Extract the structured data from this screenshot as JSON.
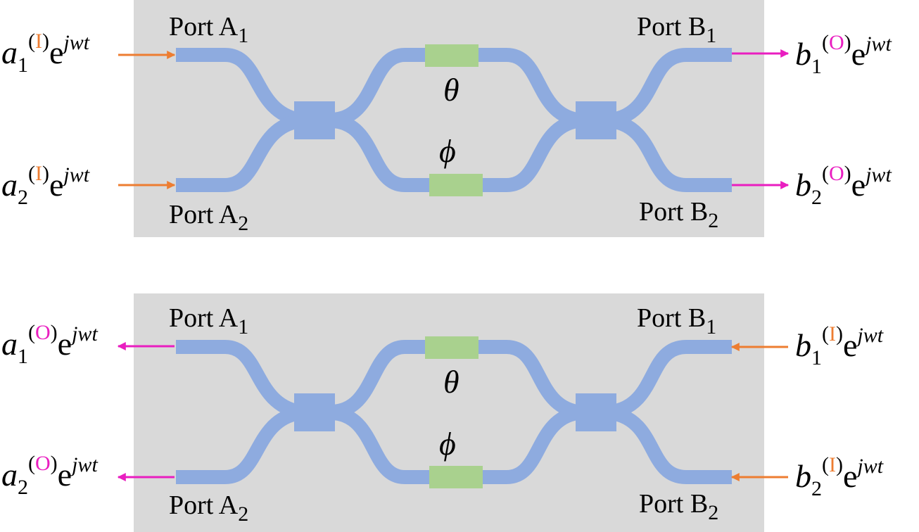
{
  "colors": {
    "panel": "#d9d9d9",
    "waveguide": "#8eabdf",
    "phase_shifter": "#a9d18e",
    "input_arrow": "#ed7d31",
    "output_arrow": "#e91ec0",
    "text": "#000000"
  },
  "panels": [
    {
      "mode": "forward",
      "ports": {
        "a1": "Port A",
        "a2": "Port A",
        "b1": "Port B",
        "b2": "Port B",
        "sub1": "1",
        "sub2": "2"
      },
      "phase": {
        "theta": "θ",
        "phi": "ϕ"
      },
      "signals": {
        "left1": {
          "base": "a",
          "sub": "1",
          "tag": "I",
          "exp": "jwt",
          "dir": "in"
        },
        "left2": {
          "base": "a",
          "sub": "2",
          "tag": "I",
          "exp": "jwt",
          "dir": "in"
        },
        "right1": {
          "base": "b",
          "sub": "1",
          "tag": "O",
          "exp": "jwt",
          "dir": "out"
        },
        "right2": {
          "base": "b",
          "sub": "2",
          "tag": "O",
          "exp": "jwt",
          "dir": "out"
        }
      }
    },
    {
      "mode": "backward",
      "ports": {
        "a1": "Port A",
        "a2": "Port A",
        "b1": "Port B",
        "b2": "Port B",
        "sub1": "1",
        "sub2": "2"
      },
      "phase": {
        "theta": "θ",
        "phi": "ϕ"
      },
      "signals": {
        "left1": {
          "base": "a",
          "sub": "1",
          "tag": "O",
          "exp": "jwt",
          "dir": "out"
        },
        "left2": {
          "base": "a",
          "sub": "2",
          "tag": "O",
          "exp": "jwt",
          "dir": "out"
        },
        "right1": {
          "base": "b",
          "sub": "1",
          "tag": "I",
          "exp": "jwt",
          "dir": "in"
        },
        "right2": {
          "base": "b",
          "sub": "2",
          "tag": "I",
          "exp": "jwt",
          "dir": "in"
        }
      }
    }
  ],
  "exp_base": "e"
}
